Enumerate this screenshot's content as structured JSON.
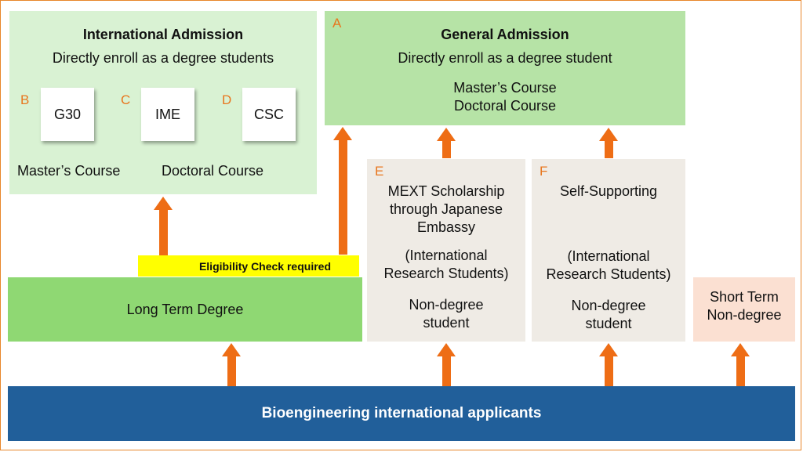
{
  "international_admission": {
    "title": "International Admission",
    "subtitle": "Directly enroll as a degree students",
    "programs": [
      {
        "letter": "B",
        "label": "G30"
      },
      {
        "letter": "C",
        "label": "IME"
      },
      {
        "letter": "D",
        "label": "CSC"
      }
    ],
    "masters": "Master’s Course",
    "doctoral": "Doctoral Course"
  },
  "general_admission": {
    "letter": "A",
    "title": "General Admission",
    "subtitle": "Directly enroll as a degree student",
    "masters": "Master’s Course",
    "doctoral": "Doctoral Course"
  },
  "mext": {
    "letter": "E",
    "line1": "MEXT Scholarship",
    "line2": "through Japanese",
    "line3": "Embassy",
    "note1": "(International",
    "note2": "Research Students)",
    "status1": "Non-degree",
    "status2": "student"
  },
  "self_supporting": {
    "letter": "F",
    "line1": "Self-Supporting",
    "note1": "(International",
    "note2": "Research Students)",
    "status1": "Non-degree",
    "status2": "student"
  },
  "eligibility": "Eligibility Check required",
  "long_term": "Long Term Degree",
  "short_term": {
    "line1": "Short Term",
    "line2": "Non-degree"
  },
  "applicants": "Bioengineering international applicants",
  "colors": {
    "light_green": "#d9f2d3",
    "mid_green": "#b6e3a6",
    "green": "#8fd873",
    "beige": "#efebe5",
    "peach": "#fbe0d2",
    "blue": "#215f9a",
    "yellow": "#ffff00",
    "arrow": "#ee6d15",
    "letter": "#e8761e"
  }
}
